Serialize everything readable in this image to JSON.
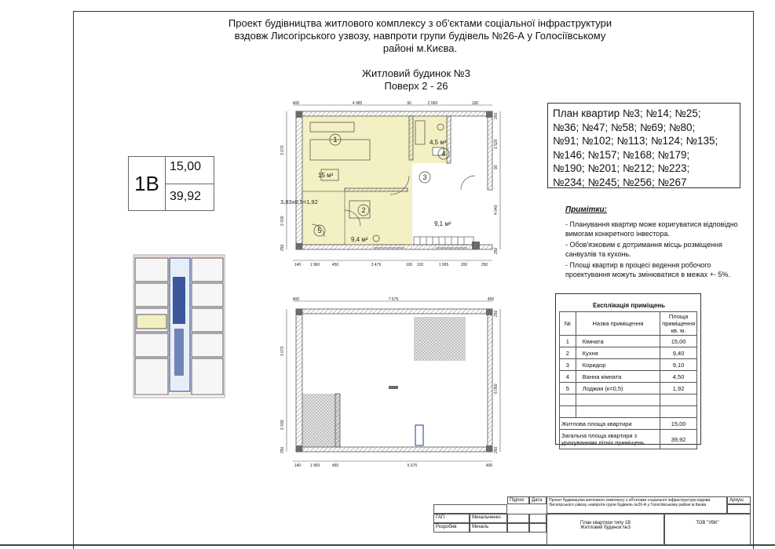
{
  "title": {
    "line1": "Проект  будівництва житлового комплексу з об'єктами соціальної інфраструктури",
    "line2": "вздовж Лисогірського узвозу, навпроти групи будівель №26-А у Голосіївському",
    "line3": "районі м.Києва."
  },
  "building": {
    "name": "Житловий будинок №3",
    "floors": "Поверх 2 - 26"
  },
  "apartment_type": {
    "code": "1В",
    "living_area": "15,00",
    "total_area": "39,92"
  },
  "apartments_list": {
    "lines": [
      "План квартир №3;  №14; №25;",
      "№36; №47;  №58; №69;  №80;",
      "№91;  №102; №113; №124; №135;",
      "№146; №157;  №168; №179;",
      "№190; №201; №212; №223;",
      "№234; №245; №256; №267"
    ]
  },
  "notes": {
    "heading": "Примітки:",
    "items": [
      "- Планування квартир може коригуватися відповідно вимогам конкретного інвестора.",
      "- Обов'язковим є дотримання місць розміщення санвузлів та кухонь.",
      "- Площі квартир в процесі ведення робочого проектування можуть змінюватися в межах +- 5%."
    ]
  },
  "explication": {
    "caption": "Експлікація приміщень",
    "headers": [
      "№",
      "Назва приміщення",
      "Площа приміщення кв. м."
    ],
    "rows": [
      {
        "n": "1",
        "name": "Кімната",
        "area": "15,00"
      },
      {
        "n": "2",
        "name": "Кухня",
        "area": "9,40"
      },
      {
        "n": "3",
        "name": "Коридор",
        "area": "9,10"
      },
      {
        "n": "4",
        "name": "Ванна кімната",
        "area": "4,50"
      },
      {
        "n": "5",
        "name": "Лоджия (к=0,5)",
        "area": "1,92"
      }
    ],
    "living_label": "Житлова площа квартири",
    "living_value": "15,00",
    "total_label": "Загальна площа квартири з урахуванням літніх приміщень",
    "total_value": "39,92"
  },
  "plan_upper": {
    "rooms": [
      {
        "num": "1",
        "area": "15 м²"
      },
      {
        "num": "2",
        "area": "9,4 м²"
      },
      {
        "num": "3",
        "area": "9,1 м²"
      },
      {
        "num": "4",
        "area": "4,5 м²"
      },
      {
        "num": "5",
        "area": "3,83х0,5=1,92"
      }
    ],
    "dims_top": [
      "400",
      "4 985",
      "90",
      "2 060",
      "100"
    ],
    "dims_bottom": [
      "140",
      "1 960",
      "450",
      "3 479",
      "100",
      "120",
      "1 995",
      "200",
      "250"
    ],
    "dims_left": [
      "3 070",
      "2 430",
      "250"
    ],
    "dims_right": [
      "250",
      "1 520",
      "90",
      "4 040",
      "250"
    ]
  },
  "plan_lower": {
    "dims_top": [
      "400",
      "7 675",
      "400"
    ],
    "dims_bottom": [
      "140",
      "1 960",
      "450",
      "5 675",
      "400"
    ],
    "dims_left": [
      "3 070",
      "2 430",
      "250"
    ],
    "dims_right": [
      "250",
      "6 050",
      "250"
    ]
  },
  "title_block": {
    "sign": "Підпис",
    "date": "Дата",
    "project": "Проект  будівництва житлового комплексу з об'єктами соціальної інфраструктури  вздовж Лисогірського узвозу, навпроти групи  будівель №26-А у Голосіївському районі м.Києва",
    "gap_label": "ГАП",
    "gap_name": "Михальченко",
    "dev_label": "Розробив",
    "dev_name": "Михаль",
    "sheet_title_1": "План квартири типу 1В",
    "sheet_title_2": "Житловий будинок №3",
    "company": "ТОВ \"УВК\"",
    "sheet_label": "Аркуш"
  },
  "colors": {
    "room_fill": "#f3f0c3",
    "hatch": "#999999",
    "wall": "#6b6b6b",
    "stair": "#1f3c8c"
  }
}
